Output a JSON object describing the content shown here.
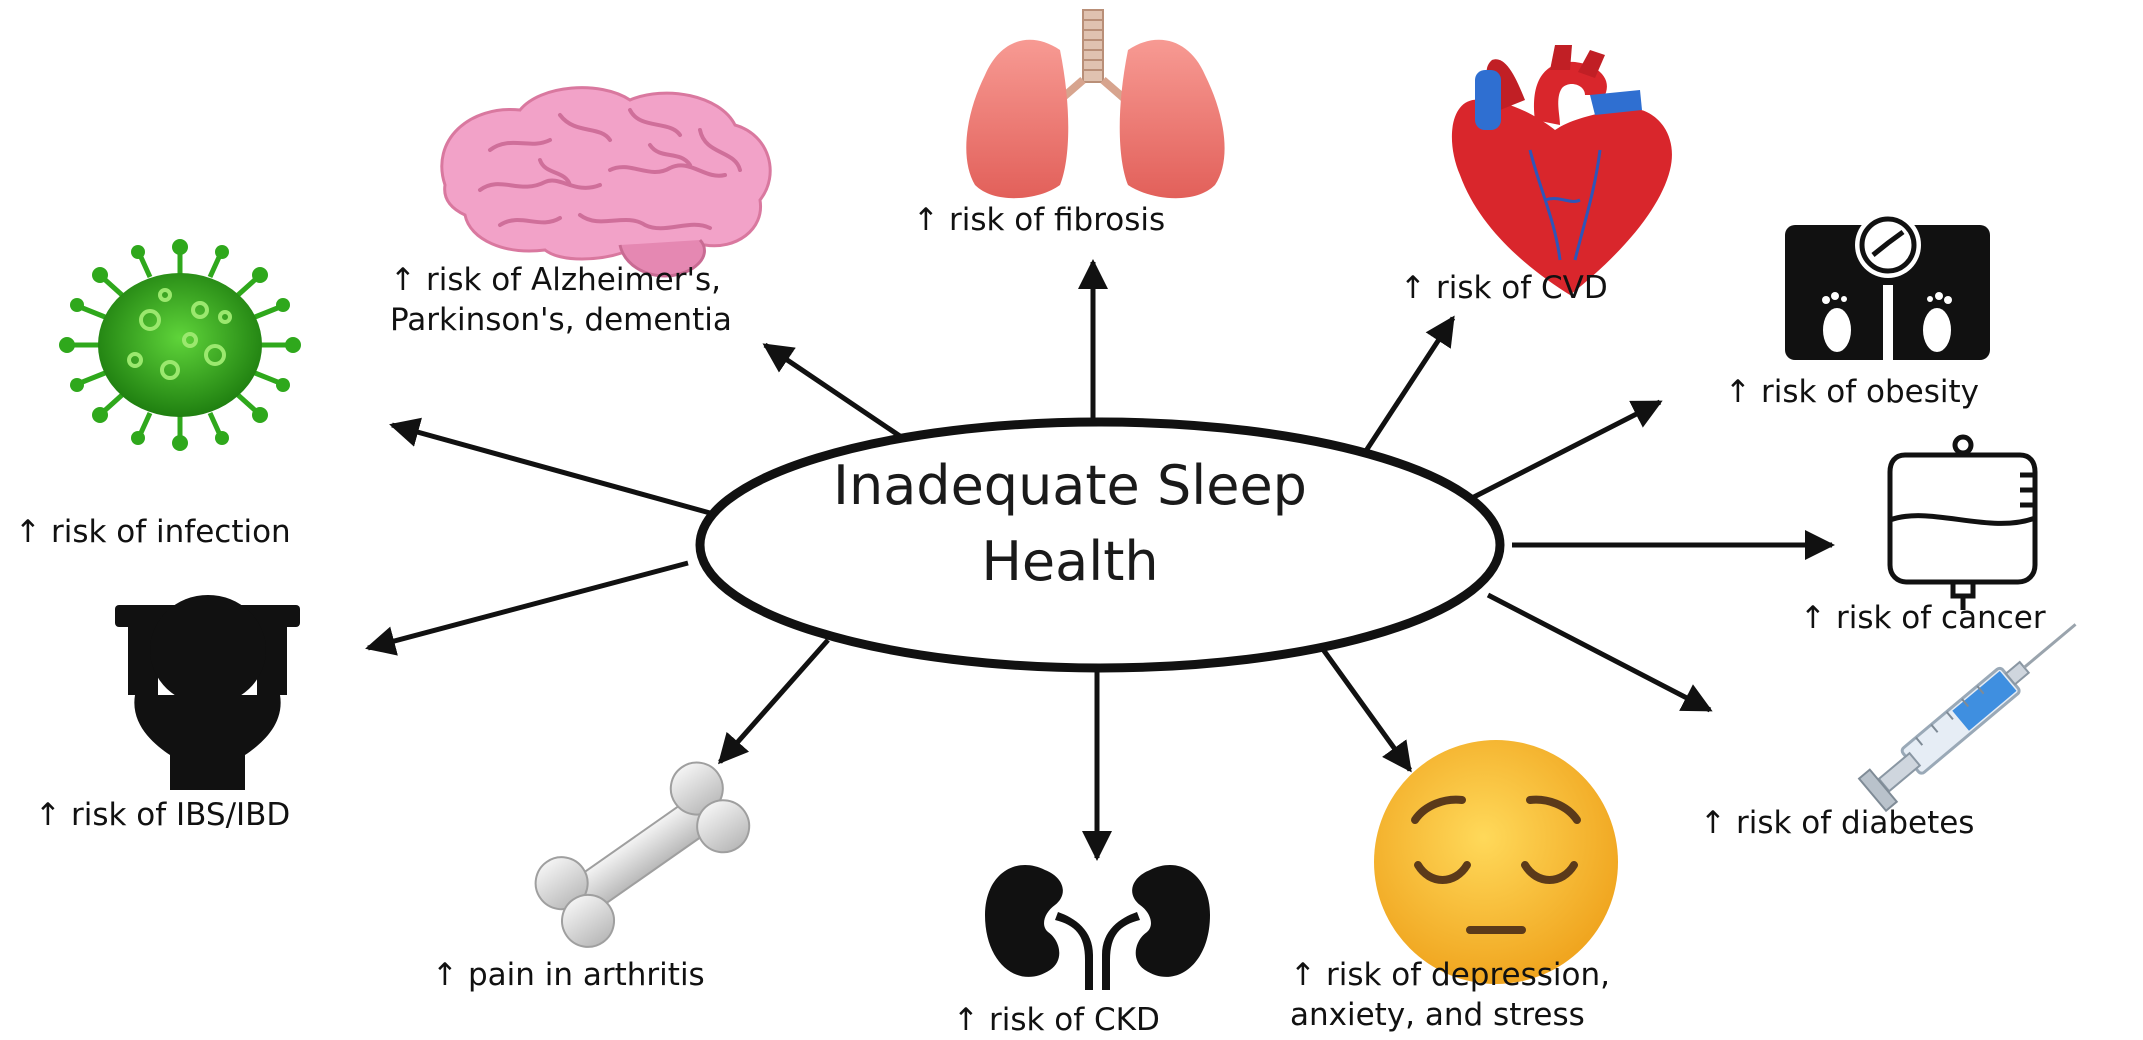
{
  "center": {
    "line1": "Inadequate Sleep",
    "line2": "Health"
  },
  "arrow_symbol": "↑",
  "outcomes": [
    {
      "id": "fibrosis",
      "icon": "lungs-icon",
      "text": "risk of fibrosis"
    },
    {
      "id": "neuro",
      "icon": "brain-icon",
      "text_line1": "risk of Alzheimer's,",
      "text_line2": "Parkinson's, dementia"
    },
    {
      "id": "cvd",
      "icon": "heart-icon",
      "text": "risk of CVD"
    },
    {
      "id": "obesity",
      "icon": "weighing-scale-icon",
      "text": "risk of obesity"
    },
    {
      "id": "infection",
      "icon": "virus-icon",
      "text": "risk of infection"
    },
    {
      "id": "cancer",
      "icon": "iv-bag-icon",
      "text": "risk of cancer"
    },
    {
      "id": "ibs",
      "icon": "toilet-icon",
      "text": "risk of IBS/IBD"
    },
    {
      "id": "diabetes",
      "icon": "syringe-icon",
      "text": "risk of diabetes"
    },
    {
      "id": "arthritis",
      "icon": "bone-icon",
      "text": "pain in arthritis"
    },
    {
      "id": "ckd",
      "icon": "kidneys-icon",
      "text": "risk of CKD"
    },
    {
      "id": "depression",
      "icon": "sad-face-icon",
      "text_line1": "risk of depression,",
      "text_line2": "anxiety, and stress"
    }
  ],
  "colors": {
    "virus": "#2fa81c",
    "brain": "#f2a2c8",
    "lungs": "#f07a74",
    "heart_red": "#d9262c",
    "heart_blue": "#2f6fd1",
    "face": "#f7c331",
    "bone": "#d8d8d8",
    "ink": "#111111"
  }
}
